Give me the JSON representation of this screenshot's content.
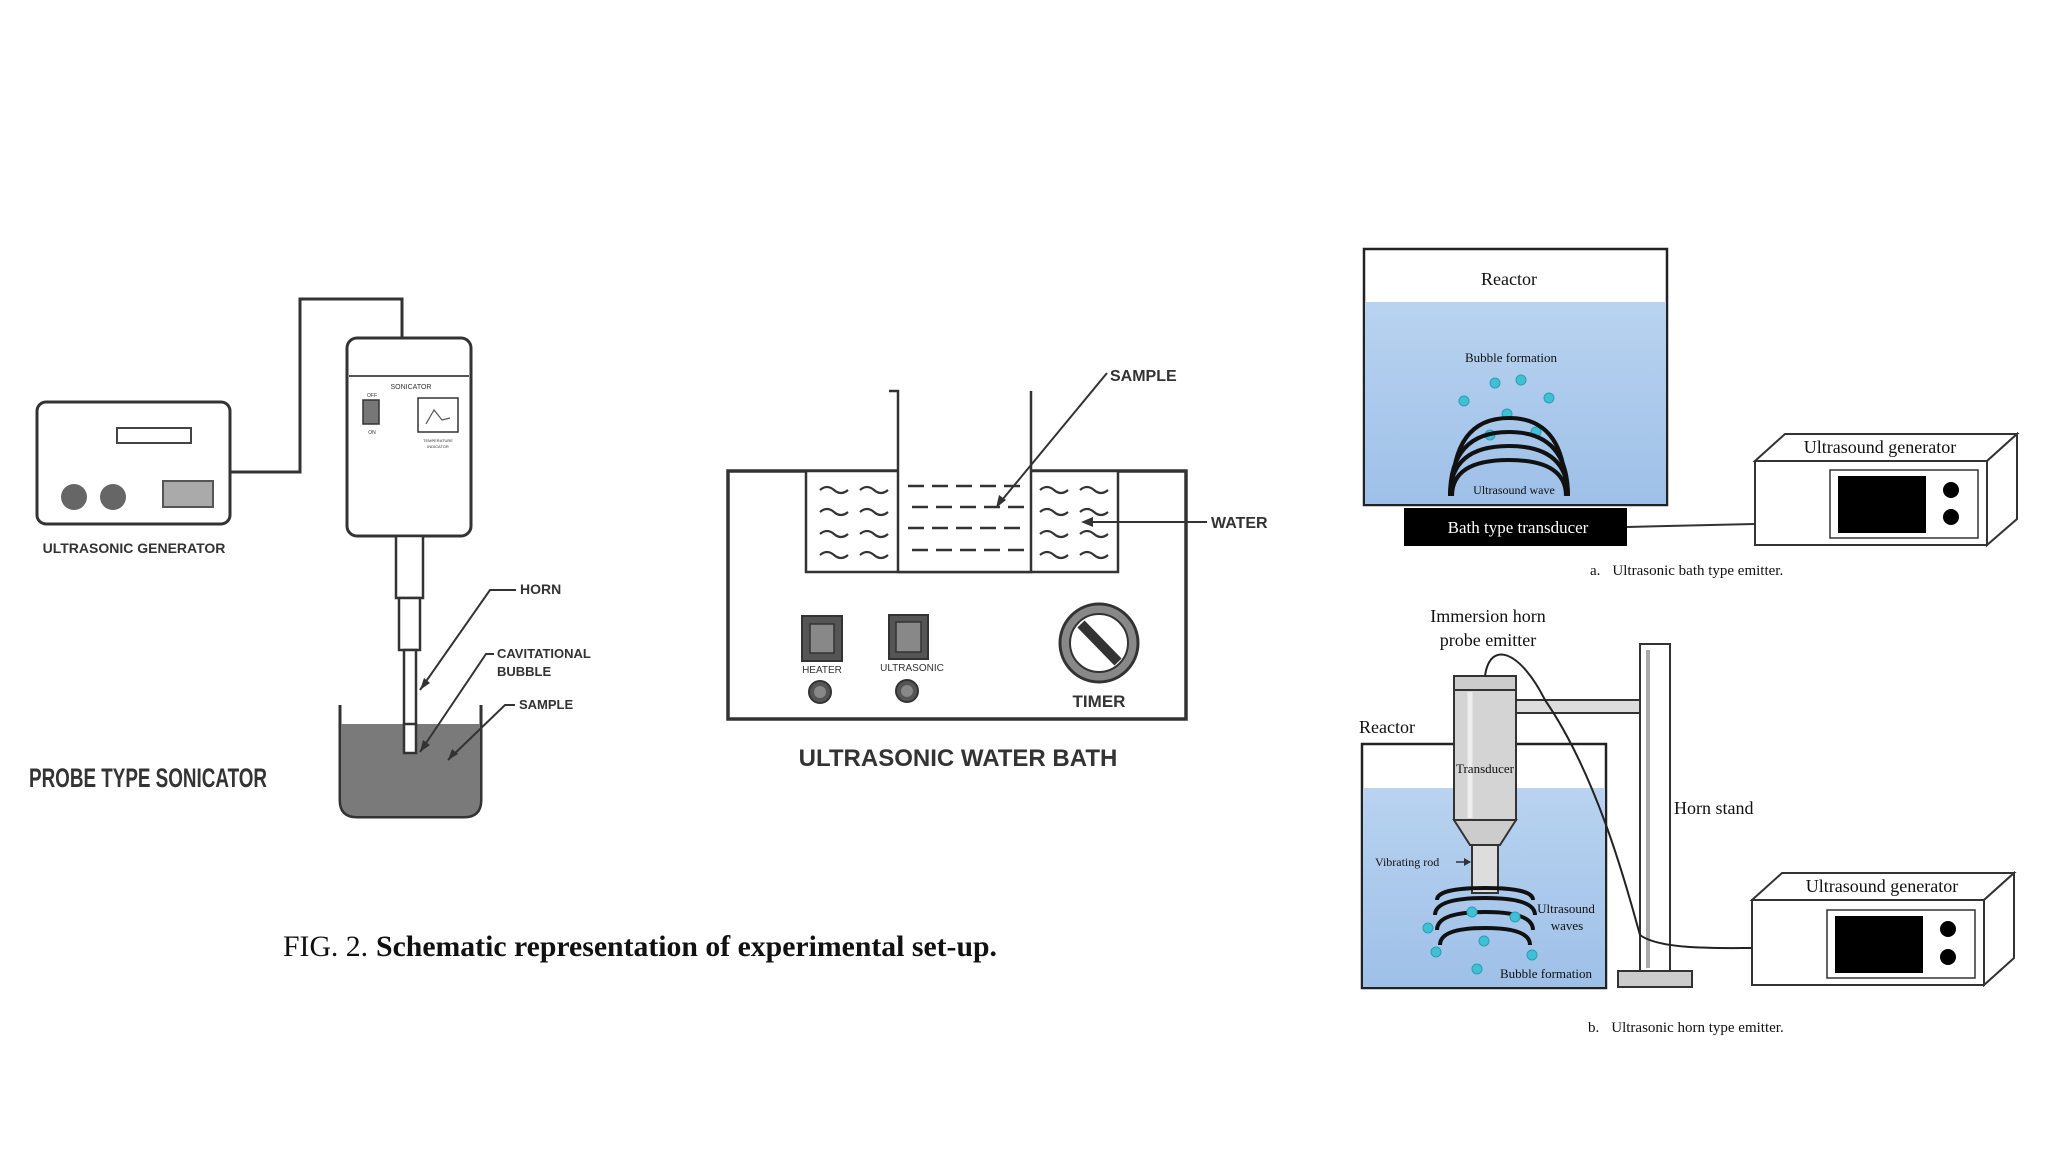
{
  "probe": {
    "generator_label": "ULTRASONIC GENERATOR",
    "sonicator_brand": "SONICATOR",
    "switch_off": "OFF",
    "switch_on": "ON",
    "gauge_caption_1": "TEMPERATURE",
    "gauge_caption_2": "INDICATOR",
    "horn_label": "HORN",
    "cavitational_1": "CAVITATIONAL",
    "cavitational_2": "BUBBLE",
    "sample_label": "SAMPLE",
    "title": "PROBE TYPE SONICATOR"
  },
  "waterbath": {
    "sample_label": "SAMPLE",
    "water_label": "WATER",
    "heater_label": "HEATER",
    "ultrasonic_label": "ULTRASONIC",
    "timer_label": "TIMER",
    "title": "ULTRASONIC WATER BATH"
  },
  "figure": {
    "prefix": "FIG. 2.",
    "caption": "Schematic representation of experimental set-up."
  },
  "bath_emitter": {
    "reactor_label": "Reactor",
    "bubble_label": "Bubble formation",
    "wave_label": "Ultrasound wave",
    "transducer_label": "Bath type transducer",
    "generator_label": "Ultrasound generator",
    "caption_letter": "a.",
    "caption": "Ultrasonic bath type emitter."
  },
  "horn_emitter": {
    "probe_label_1": "Immersion horn",
    "probe_label_2": "probe emitter",
    "reactor_label": "Reactor",
    "transducer_label": "Transducer",
    "rod_label": "Vibrating rod",
    "waves_label_1": "Ultrasound",
    "waves_label_2": "waves",
    "bubble_label": "Bubble formation",
    "stand_label": "Horn stand",
    "generator_label": "Ultrasound generator",
    "caption_letter": "b.",
    "caption": "Ultrasonic horn type emitter."
  },
  "colors": {
    "line": "#222222",
    "gray_fill": "#777777",
    "reactor_blue": "#a9c8ec",
    "bubble_cyan": "#3fc0d4",
    "screen_black": "#000000"
  }
}
